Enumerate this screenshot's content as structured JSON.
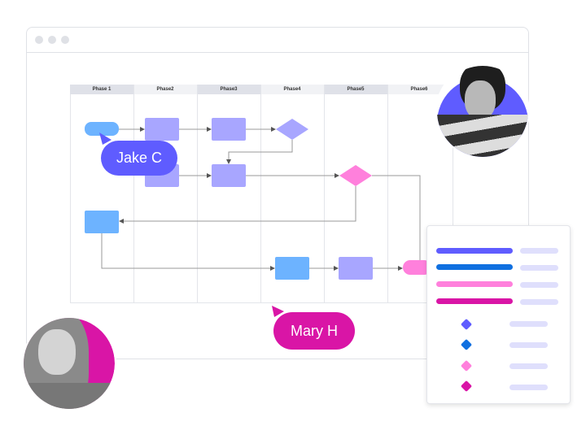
{
  "phases": [
    "Phase 1",
    "Phase2",
    "Phase3",
    "Phase4",
    "Phase5",
    "Phase6"
  ],
  "collaborators": {
    "jake": "Jake C",
    "mary": "Mary H"
  },
  "colors": {
    "purple": "#5f5cff",
    "blue": "#1070e0",
    "pink": "#ff80dc",
    "magenta": "#d915a6",
    "lavender": "#a8a6ff",
    "sky": "#6db3ff"
  },
  "legend": {
    "lines": [
      "purple",
      "blue",
      "pink",
      "magenta"
    ],
    "shapes": [
      "purple",
      "blue",
      "pink",
      "magenta"
    ]
  }
}
